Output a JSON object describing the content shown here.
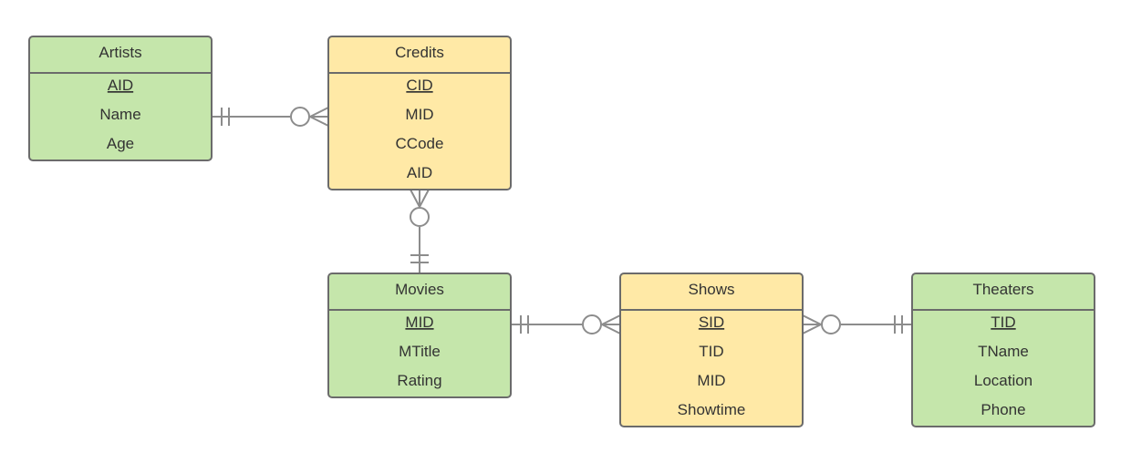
{
  "colors": {
    "strong_entity_fill": "#c5e6ab",
    "associative_entity_fill": "#ffe9a6",
    "border": "#6b6b6b",
    "connector": "#8c8c8c",
    "text": "#333333"
  },
  "entities": {
    "artists": {
      "title": "Artists",
      "attributes": [
        "AID",
        "Name",
        "Age"
      ],
      "primary_key": "AID",
      "kind": "strong"
    },
    "credits": {
      "title": "Credits",
      "attributes": [
        "CID",
        "MID",
        "CCode",
        "AID"
      ],
      "primary_key": "CID",
      "kind": "associative"
    },
    "movies": {
      "title": "Movies",
      "attributes": [
        "MID",
        "MTitle",
        "Rating"
      ],
      "primary_key": "MID",
      "kind": "strong"
    },
    "shows": {
      "title": "Shows",
      "attributes": [
        "SID",
        "TID",
        "MID",
        "Showtime"
      ],
      "primary_key": "SID",
      "kind": "associative"
    },
    "theaters": {
      "title": "Theaters",
      "attributes": [
        "TID",
        "TName",
        "Location",
        "Phone"
      ],
      "primary_key": "TID",
      "kind": "strong"
    }
  },
  "relationships": [
    {
      "from": "artists",
      "to": "credits",
      "from_cardinality": "exactly-one",
      "to_cardinality": "zero-or-many"
    },
    {
      "from": "movies",
      "to": "credits",
      "from_cardinality": "exactly-one",
      "to_cardinality": "zero-or-many"
    },
    {
      "from": "movies",
      "to": "shows",
      "from_cardinality": "exactly-one",
      "to_cardinality": "zero-or-many"
    },
    {
      "from": "theaters",
      "to": "shows",
      "from_cardinality": "exactly-one",
      "to_cardinality": "zero-or-many"
    }
  ]
}
